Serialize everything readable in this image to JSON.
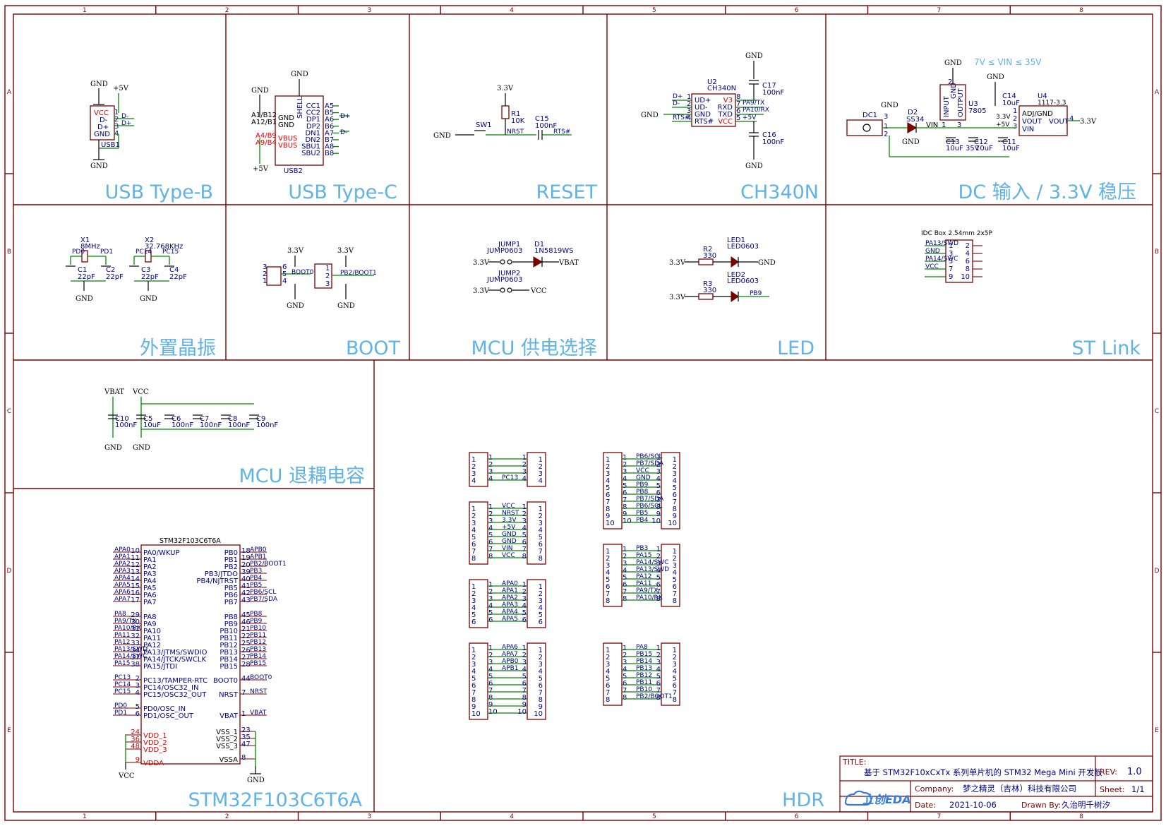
{
  "ruler": {
    "columns": [
      "1",
      "2",
      "3",
      "4",
      "5",
      "6",
      "7",
      "8"
    ],
    "rows": [
      "A",
      "B",
      "C",
      "D",
      "E"
    ]
  },
  "sections": {
    "usb_b": "USB Type-B",
    "usb_c": "USB Type-C",
    "reset": "RESET",
    "ch340n": "CH340N",
    "dc": "DC 输入 / 3.3V 稳压",
    "crystal": "外置晶振",
    "boot": "BOOT",
    "mcu_power": "MCU 供电选择",
    "led": "LED",
    "stlink": "ST Link",
    "decoupling": "MCU 退耦电容",
    "mcu": "STM32F103C6T6A",
    "hdr": "HDR"
  },
  "usb_b": {
    "gnd_top": "GND",
    "v5": "+5V",
    "gnd_bot": "GND",
    "ref": "USB1",
    "pins": [
      "VCC",
      "D-",
      "D+",
      "GND"
    ],
    "pin_nums": [
      "1",
      "2",
      "3",
      "4"
    ],
    "nets": [
      "D-",
      "D+"
    ]
  },
  "usb_c": {
    "gnd_top": "GND",
    "gnd_left": "GND",
    "shell": "SHELL",
    "ref": "USB2",
    "v5": "+5V",
    "left_pins": [
      "A1/B12",
      "A12/B1",
      "A4/B9",
      "A9/B4"
    ],
    "inner_left": [
      "GND",
      "GND",
      "VBUS",
      "VBUS"
    ],
    "inner_right": [
      "CC1",
      "CC2",
      "DP1",
      "DP2",
      "DN1",
      "DN2",
      "SBU1",
      "SBU2"
    ],
    "right_pins": [
      "A5",
      "B5",
      "A6",
      "B6",
      "A7",
      "B7",
      "A8",
      "B8"
    ],
    "nets": [
      "D+",
      "D-"
    ]
  },
  "reset": {
    "v33": "3.3V",
    "r": "R1",
    "rv": "10K",
    "sw": "SW1",
    "gnd": "GND",
    "nrst": "NRST",
    "c": "C15",
    "cv": "100nF",
    "rts": "RTS#"
  },
  "ch340": {
    "ref": "U2",
    "part": "CH340N",
    "gnd_top": "GND",
    "gnd_bot": "GND",
    "gnd_left": "GND",
    "left_pins": [
      "UD+",
      "UD-",
      "GND",
      "RTS#"
    ],
    "left_nums": [
      "1",
      "2",
      "3",
      "4"
    ],
    "right_pins": [
      "V3",
      "RXD",
      "TXD",
      "VCC"
    ],
    "right_nums": [
      "8",
      "7",
      "6",
      "5"
    ],
    "left_nets": [
      "D+",
      "D-",
      "RTS#"
    ],
    "right_nets": [
      "PA9/TX",
      "PA10/RX",
      "+5V"
    ],
    "c_top": "C17",
    "c_top_v": "100nF",
    "c_bot": "C16",
    "c_bot_v": "100nF"
  },
  "dc": {
    "range": "7V ≤ VIN ≤ 35V",
    "dc": "DC1",
    "dc_pins": [
      "3",
      "1",
      "2"
    ],
    "d": "D2",
    "dv": "SS34",
    "vin": "VIN",
    "gnd1": "GND",
    "gnd2": "GND",
    "gnd3": "GND",
    "gnd4": "GND",
    "u3": "U3",
    "u3p": "7805",
    "u3_pins": [
      "INPUT",
      "GND",
      "OUTPUT"
    ],
    "u3_nums": [
      "1",
      "2",
      "3"
    ],
    "c13": "C13",
    "c13v": "10uF 35V",
    "c12": "C12",
    "c12v": "10uF",
    "c14": "C14",
    "c14v": "10uF",
    "c11": "C11",
    "c11v": "10uF",
    "v33_pin": "3.3V",
    "v5": "+5V",
    "u4": "U4",
    "u4p": "1117-3.3",
    "u4_pins": [
      "ADJ/GND",
      "VOUT",
      "VIN",
      "VOUT"
    ],
    "u4_nums": [
      "1",
      "2",
      "3",
      "4"
    ],
    "out": "3.3V"
  },
  "crystal": {
    "x1": "X1",
    "x1v": "8MHz",
    "pd0": "PD0",
    "pd1": "PD1",
    "c1": "C1",
    "c1v": "22pF",
    "c2": "C2",
    "c2v": "22pF",
    "gnd1": "GND",
    "x2": "X2",
    "x2v": "32.768KHz",
    "pc14": "PC14",
    "pc15": "PC15",
    "c3": "C3",
    "c3v": "22pF",
    "c4": "C4",
    "c4v": "22pF",
    "gnd2": "GND"
  },
  "boot": {
    "v33a": "3.3V",
    "v33b": "3.3V",
    "gnd1": "GND",
    "gnd2": "GND",
    "net1": "BOOT0",
    "net2": "PB2/BOOT1",
    "j1_nums": [
      "3",
      "2",
      "1",
      "6",
      "5",
      "4"
    ],
    "j2_nums": [
      "1",
      "2",
      "3"
    ]
  },
  "mcu_power": {
    "j1": "JUMP1",
    "j1p": "JUMP0603",
    "d1": "D1",
    "d1v": "1N5819WS",
    "v33a": "3.3V",
    "vbat": "VBAT",
    "j2": "JUMP2",
    "j2p": "JUMP0603",
    "v33b": "3.3V",
    "vcc": "VCC"
  },
  "led": {
    "r2": "R2",
    "r2v": "330",
    "led1": "LED1",
    "led1p": "LED0603",
    "v33a": "3.3V",
    "gnd": "GND",
    "r3": "R3",
    "r3v": "330",
    "led2": "LED2",
    "led2p": "LED0603",
    "v33b": "3.3V",
    "pb9": "PB9"
  },
  "stlink": {
    "title": "IDC Box 2.54mm 2x5P",
    "left_nets": [
      "PA13/SWD",
      "GND",
      "PA14/SWC",
      "VCC"
    ],
    "left_nums": [
      "1",
      "3",
      "5",
      "7",
      "9"
    ],
    "right_nums": [
      "2",
      "4",
      "6",
      "8",
      "10"
    ]
  },
  "decoupling": {
    "vbat": "VBAT",
    "vcc": "VCC",
    "gnd1": "GND",
    "gnd2": "GND",
    "caps": [
      {
        "ref": "C10",
        "val": "100nF"
      },
      {
        "ref": "C5",
        "val": "10uF"
      },
      {
        "ref": "C6",
        "val": "100nF"
      },
      {
        "ref": "C7",
        "val": "100nF"
      },
      {
        "ref": "C8",
        "val": "100nF"
      },
      {
        "ref": "C9",
        "val": "100nF"
      }
    ]
  },
  "mcu": {
    "part": "STM32F103C6T6A",
    "vcc": "VCC",
    "gnd": "GND",
    "left": [
      {
        "net": "APA0",
        "num": "10",
        "pin": "PA0/WKUP"
      },
      {
        "net": "APA1",
        "num": "11",
        "pin": "PA1"
      },
      {
        "net": "APA2",
        "num": "12",
        "pin": "PA2"
      },
      {
        "net": "APA3",
        "num": "13",
        "pin": "PA3"
      },
      {
        "net": "APA4",
        "num": "14",
        "pin": "PA4"
      },
      {
        "net": "APA5",
        "num": "15",
        "pin": "PA5"
      },
      {
        "net": "APA6",
        "num": "16",
        "pin": "PA6"
      },
      {
        "net": "APA7",
        "num": "17",
        "pin": "PA7"
      },
      {
        "net": "PA8",
        "num": "29",
        "pin": "PA8"
      },
      {
        "net": "PA9/TX",
        "num": "30",
        "pin": "PA9"
      },
      {
        "net": "PA10/RX",
        "num": "31",
        "pin": "PA10"
      },
      {
        "net": "PA11",
        "num": "32",
        "pin": "PA11"
      },
      {
        "net": "PA12",
        "num": "33",
        "pin": "PA12"
      },
      {
        "net": "PA13/SWD",
        "num": "34",
        "pin": "PA13/JTMS/SWDIO"
      },
      {
        "net": "PA14/SWC",
        "num": "37",
        "pin": "PA14/JTCK/SWCLK"
      },
      {
        "net": "PA15",
        "num": "38",
        "pin": "PA15/JTDI"
      },
      {
        "net": "PC13",
        "num": "2",
        "pin": "PC13/TAMPER-RTC"
      },
      {
        "net": "PC14",
        "num": "3",
        "pin": "PC14/OSC32_IN"
      },
      {
        "net": "PC15",
        "num": "4",
        "pin": "PC15/OSC32_OUT"
      },
      {
        "net": "PD0",
        "num": "5",
        "pin": "PD0/OSC_IN"
      },
      {
        "net": "PD1",
        "num": "6",
        "pin": "PD1/OSC_OUT"
      }
    ],
    "right": [
      {
        "pin": "PB0",
        "num": "18",
        "net": "APB0"
      },
      {
        "pin": "PB1",
        "num": "19",
        "net": "APB1"
      },
      {
        "pin": "PB2",
        "num": "20",
        "net": "PB2/BOOT1"
      },
      {
        "pin": "PB3/JTDO",
        "num": "39",
        "net": "PB3"
      },
      {
        "pin": "PB4/NJTRST",
        "num": "40",
        "net": "PB4"
      },
      {
        "pin": "PB5",
        "num": "41",
        "net": "PB5"
      },
      {
        "pin": "PB6",
        "num": "42",
        "net": "PB6/SCL"
      },
      {
        "pin": "PB7",
        "num": "43",
        "net": "PB7/SDA"
      },
      {
        "pin": "PB8",
        "num": "45",
        "net": "PB8"
      },
      {
        "pin": "PB9",
        "num": "46",
        "net": "PB9"
      },
      {
        "pin": "PB10",
        "num": "21",
        "net": "PB10"
      },
      {
        "pin": "PB11",
        "num": "22",
        "net": "PB11"
      },
      {
        "pin": "PB12",
        "num": "25",
        "net": "PB12"
      },
      {
        "pin": "PB13",
        "num": "26",
        "net": "PB13"
      },
      {
        "pin": "PB14",
        "num": "27",
        "net": "PB14"
      },
      {
        "pin": "PB15",
        "num": "28",
        "net": "PB15"
      },
      {
        "pin": "BOOT0",
        "num": "44",
        "net": "BOOT0"
      },
      {
        "pin": "NRST",
        "num": "7",
        "net": "NRST"
      },
      {
        "pin": "VBAT",
        "num": "1",
        "net": "VBAT"
      }
    ],
    "power_left": [
      {
        "num": "24",
        "pin": "VDD_1"
      },
      {
        "num": "36",
        "pin": "VDD_2"
      },
      {
        "num": "48",
        "pin": "VDD_3"
      },
      {
        "num": "9",
        "pin": "VDDA"
      }
    ],
    "power_right": [
      {
        "pin": "VSS_1",
        "num": "23"
      },
      {
        "pin": "VSS_2",
        "num": "35"
      },
      {
        "pin": "VSS_3",
        "num": "47"
      },
      {
        "pin": "VSSA",
        "num": "8"
      }
    ]
  },
  "headers": [
    {
      "nets": [
        "",
        "",
        "",
        "PC13"
      ]
    },
    {
      "nets": [
        "VCC",
        "NRST",
        "3.3V",
        "+5V",
        "GND",
        "GND",
        "VIN",
        "VCC"
      ]
    },
    {
      "nets": [
        "APA0",
        "APA1",
        "APA2",
        "APA3",
        "APA4",
        "APA5"
      ]
    },
    {
      "nets": [
        "APA6",
        "APA7",
        "APB0",
        "APB1",
        "",
        "",
        "",
        "",
        "",
        ""
      ]
    },
    {
      "nets": [
        "PB6/SCL",
        "PB7/SDA",
        "VCC",
        "GND",
        "PB9",
        "PB8",
        "PB7/SDA",
        "PB6/SCL",
        "PB5",
        "PB4"
      ]
    },
    {
      "nets": [
        "PB3",
        "PA15",
        "PA14/SWC",
        "PA13/SWD",
        "PA12",
        "PA11",
        "PA9/TX",
        "PA10/RX"
      ]
    },
    {
      "nets": [
        "PA8",
        "PB15",
        "PB14",
        "PB13",
        "PB12",
        "PB11",
        "PB10",
        "PB2/BOOT1"
      ]
    }
  ],
  "title_block": {
    "title_label": "TITLE:",
    "title": "基于 STM32F10xCxTx 系列单片机的 STM32 Mega Mini 开发板",
    "rev_label": "REV:",
    "rev": "1.0",
    "company_label": "Company:",
    "company": "梦之精灵（吉林）科技有限公司",
    "sheet_label": "Sheet:",
    "sheet": "1/1",
    "date_label": "Date:",
    "date": "2021-10-06",
    "drawn_label": "Drawn By:",
    "drawn": "久治明千树汐",
    "logo": "立创EDA"
  },
  "colors": {
    "frame": "#7a0000",
    "wire": "#008800",
    "label": "#00008b",
    "power_pin": "#e00000",
    "section_title": "#5fb3e6"
  }
}
